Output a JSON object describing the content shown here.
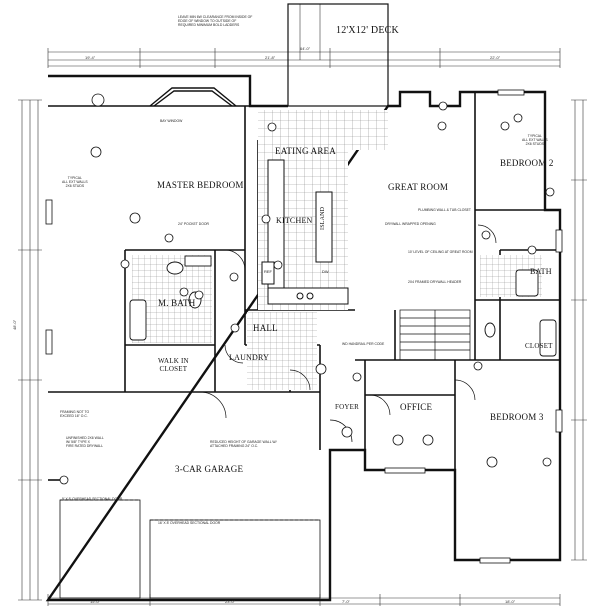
{
  "rooms": {
    "deck": "12'X12' DECK",
    "eating_area": "EATING AREA",
    "master_bedroom": "MASTER BEDROOM",
    "great_room": "GREAT ROOM",
    "bedroom2": "BEDROOM 2",
    "kitchen": "KITCHEN",
    "island": "ISLAND",
    "bath": "BATH",
    "m_bath": "M. BATH",
    "hall": "HALL",
    "walk_in_closet": "WALK IN\nCLOSET",
    "laundry": "LAUNDRY",
    "closet": "CLOSET",
    "foyer": "FOYER",
    "office": "OFFICE",
    "bedroom3": "BEDROOM 3",
    "garage": "3-CAR GARAGE"
  },
  "notes": {
    "window_clearance": "LEAVE MIN 6W CLEARANCE FROM INSIDE OF\nEDGE OF WINDOW TO OUTSIDE OF\nREQUIRED MINIMUM BOLD LADDERS",
    "bay_window": "BAY WINDOW",
    "typical_all_ext_walls_left": "TYPICAL\nALL EXT WALLS\n2X6 STUDS",
    "typical_all_ext_walls_right": "TYPICAL\nALL EXT WALLS\n2X6 STUDS",
    "plumbing_wall": "PLUMBING WALL & TUB CLOSET",
    "drywall_opening": "DRYWALL WRAPPED OPENING",
    "ceiling_note": "10' LEVEL OF CEILING AT GREAT ROOM",
    "drywall_header": "2X4 FRAMED DRYWALL HEADER",
    "stair_note": "WD HANDRAIL PER CODE",
    "garage_window": "REDUCED HEIGHT OF GARAGE WALL W/\nATTACHED FRAMING 24\" O.C.",
    "overhead_door_left": "9' X 8' OVERHEAD SECTIONAL DOOR",
    "overhead_door_right": "16' X 8' OVERHEAD SECTIONAL DOOR",
    "framing_note": "FRAMING NOT TO\nEXCEED 16\" O.C.",
    "unfinished_wall": "UNFINISHED 2X6 WALL\nW/ 5/8\" TYPE X\nFIRE RATED DRYWALL",
    "walk_closet_door": "24\" POCKET DOOR",
    "ref_note": "REF",
    "dw_note": "DW"
  },
  "dims": {
    "top_overall": "64'-0\"",
    "top_a": "19'-4\"",
    "top_b": "21'-8\"",
    "top_c": "22'-0\"",
    "left_overall": "48'-0\"",
    "bottom_a": "15'-0\"",
    "bottom_b": "23'-0\"",
    "bottom_c": "7'-0\"",
    "bottom_d": "18'-0\""
  },
  "colors": {
    "line": "#111111",
    "tile": "#9a9a9a",
    "bg": "#ffffff"
  }
}
